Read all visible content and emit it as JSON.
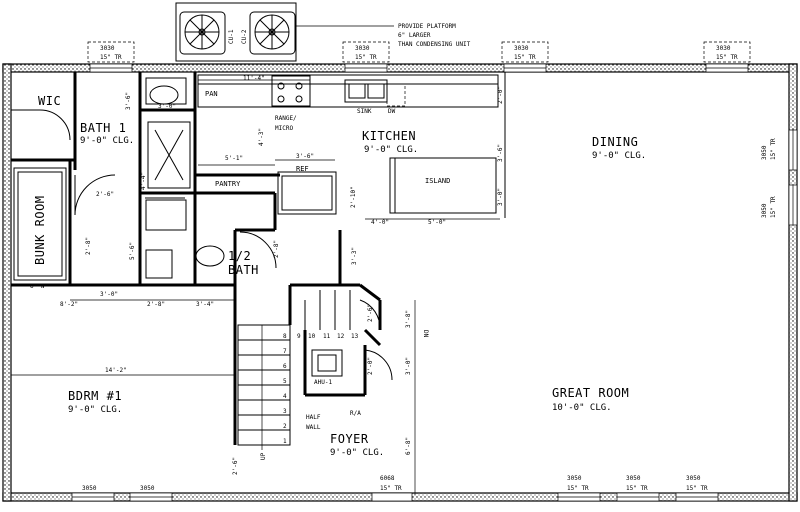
{
  "rooms": {
    "kitchen": {
      "name": "KITCHEN",
      "clg": "9'-0\" CLG."
    },
    "dining": {
      "name": "DINING",
      "clg": "9'-0\" CLG."
    },
    "bath1": {
      "name": "BATH 1",
      "clg": "9'-0\" CLG."
    },
    "wic": {
      "name": "WIC"
    },
    "bunk": {
      "name": "BUNK ROOM"
    },
    "half_bath": {
      "name": "1/2",
      "name2": "BATH"
    },
    "bdrm1": {
      "name": "BDRM #1",
      "clg": "9'-0\" CLG."
    },
    "great": {
      "name": "GREAT ROOM",
      "clg": "10'-0\" CLG."
    },
    "foyer": {
      "name": "FOYER",
      "clg": "9'-0\" CLG."
    },
    "pantry": {
      "name": "PANTRY"
    }
  },
  "labels": {
    "island": "ISLAND",
    "ref": "REF",
    "range": "RANGE/",
    "micro": "MICRO",
    "sink": "SINK",
    "dw": "DW",
    "pan": "PAN",
    "ahu": "AHU-1",
    "half_wall_1": "HALF",
    "half_wall_2": "WALL",
    "ra": "R/A",
    "up": "UP",
    "dn": "DN",
    "cu1": "CU-1",
    "cu2": "CU-2",
    "platform_note": [
      "PROVIDE PLATFORM",
      "6\" LARGER",
      "THAN CONDENSING UNIT"
    ],
    "wall_6in": "6\" W"
  },
  "windows": {
    "top": [
      {
        "size": "3030",
        "tr": "15\" TR"
      },
      {
        "size": "3030",
        "tr": "15\" TR"
      },
      {
        "size": "3030",
        "tr": "15\" TR"
      },
      {
        "size": "3030",
        "tr": "15\" TR"
      }
    ],
    "right": [
      {
        "size": "3050",
        "tr": "15\" TR"
      },
      {
        "size": "3050",
        "tr": "15\" TR"
      }
    ],
    "bottom_left": [
      "3050",
      "3050"
    ],
    "bottom_right": [
      {
        "size": "3050",
        "tr": "15\" TR"
      },
      {
        "size": "3050",
        "tr": "15\" TR"
      },
      {
        "size": "3050",
        "tr": "15\" TR"
      }
    ],
    "door": {
      "size": "6068",
      "tr": "15\" TR"
    }
  },
  "dimensions": {
    "d_11_4": "11'-4\"",
    "d_3_6a": "3'-6\"",
    "d_3_0a": "3'-0\"",
    "d_4_3": "4'-3\"",
    "d_5_1": "5'-1\"",
    "d_3_6b": "3'-6\"",
    "d_4_4": "4'-4\"",
    "d_2_6a": "2'-6\"",
    "d_2_0a": "2'-0\"",
    "d_3_6c": "3'-6\"",
    "d_3_0b": "3'-0\"",
    "d_2_10": "2'-10\"",
    "d_4_0": "4'-0\"",
    "d_5_0": "5'-0\"",
    "d_5_6": "5'-6\"",
    "d_2_8a": "2'-8\"",
    "d_3_3": "3'-3\"",
    "d_2_8b": "2'-8\"",
    "d_3_0c": "3'-0\"",
    "d_8_2": "8'-2\"",
    "d_2_8c": "2'-8\"",
    "d_3_4": "3'-4\"",
    "d_14_2": "14'-2\"",
    "d_2_6b": "2'-6\"",
    "d_3_8": "3'-8\"",
    "d_2_0b": "2'-0\"",
    "d_3_0d": "3'-0\"",
    "d_6_8": "6'-8\"",
    "d_2_6c": "2'-6\""
  },
  "stair_numbers": [
    "8",
    "7",
    "6",
    "5",
    "4",
    "3",
    "2",
    "1",
    "9",
    "10",
    "11",
    "12",
    "13"
  ]
}
